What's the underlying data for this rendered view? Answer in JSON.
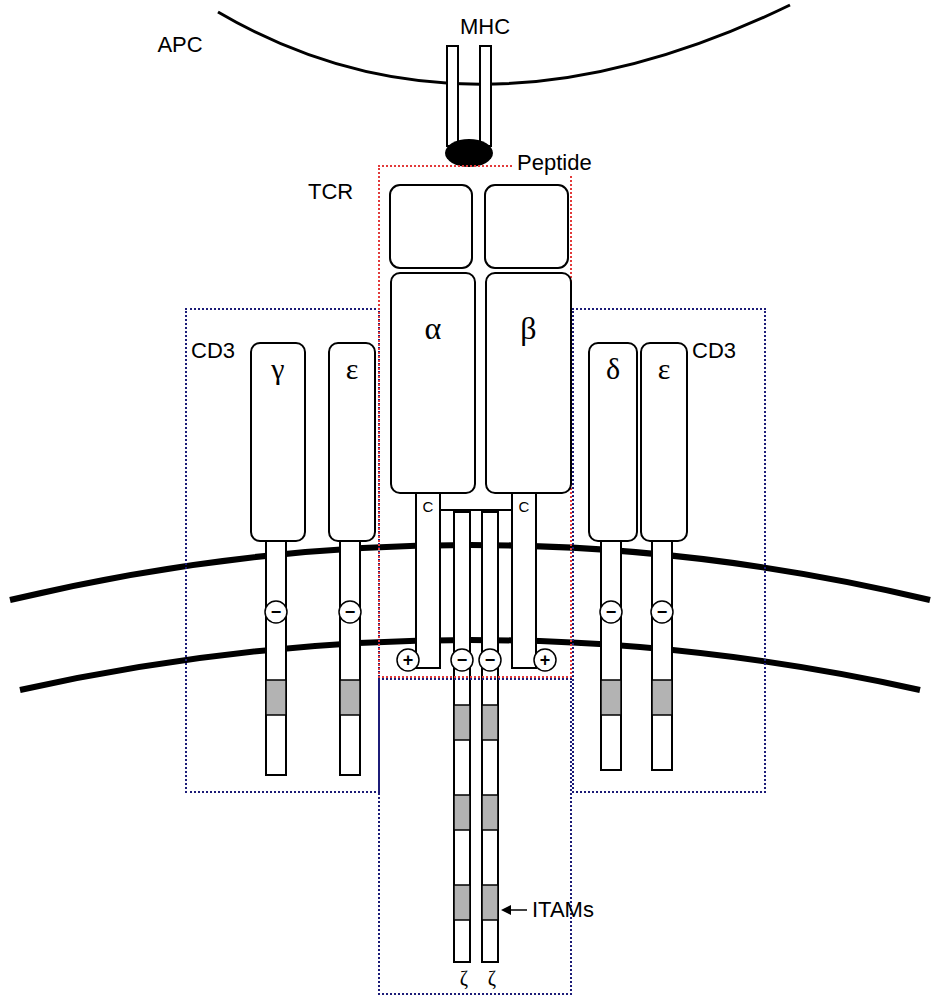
{
  "diagram": {
    "nodes": [
      {
        "text": [
          "CD3"
        ]
      },
      {
        "text": [
          "γ"
        ],
        "in": 0
      },
      {
        "text": [
          "ε"
        ],
        "in": 0
      },
      {
        "text": [
          "TCR"
        ]
      },
      {
        "text": [
          "α"
        ],
        "in": 3
      },
      {
        "text": [
          "β"
        ],
        "in": 3
      },
      {
        "text": [
          "CD3"
        ]
      },
      {
        "text": [
          "δ"
        ],
        "in": 6
      },
      {
        "text": [
          "ε"
        ],
        "in": 6
      },
      {
        "text": [
          "ζ",
          "ζ"
        ]
      }
    ],
    "labels": [
      "APC",
      "MHC",
      "Peptide",
      "C",
      "C",
      "−",
      "−",
      "+",
      "−",
      "−",
      "+",
      "−",
      "−",
      "ITAMs"
    ]
  }
}
